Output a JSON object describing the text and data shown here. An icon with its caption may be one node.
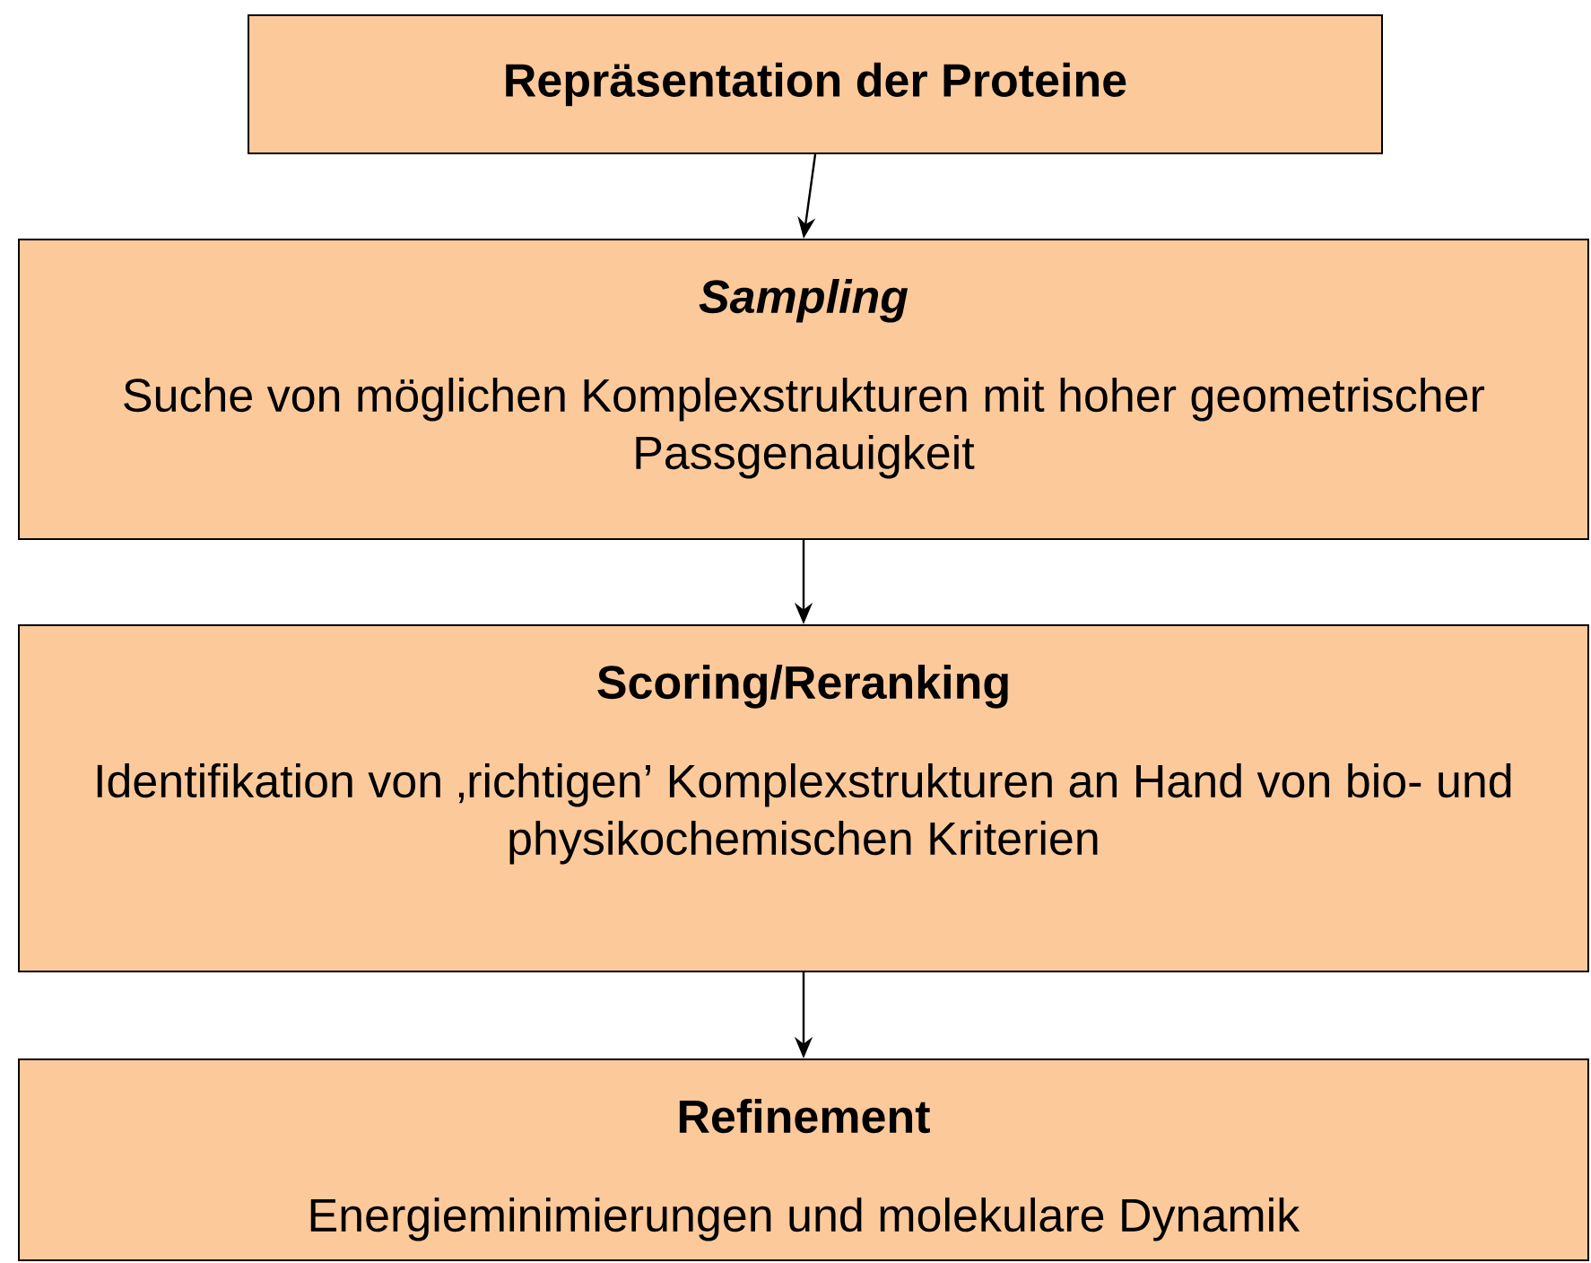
{
  "diagram": {
    "nodes": [
      {
        "text": [
          "Repräsentation der Proteine"
        ]
      },
      {
        "text": [
          "Sampling",
          "Suche von möglichen Komplexstrukturen mit hoher geometrischer Passgenauigkeit"
        ]
      },
      {
        "text": [
          "Scoring/Reranking",
          "Identifikation von ‚richtigen’ Komplexstrukturen an Hand von bio- und physikochemischen Kriterien"
        ]
      },
      {
        "text": [
          "Refinement",
          "Energieminimierungen und molekulare Dynamik"
        ]
      }
    ],
    "edges": [
      {
        "from": 0,
        "to": 1,
        "arrow": "to"
      },
      {
        "from": 1,
        "to": 2,
        "arrow": "to"
      },
      {
        "from": 2,
        "to": 3,
        "arrow": "to"
      }
    ]
  }
}
